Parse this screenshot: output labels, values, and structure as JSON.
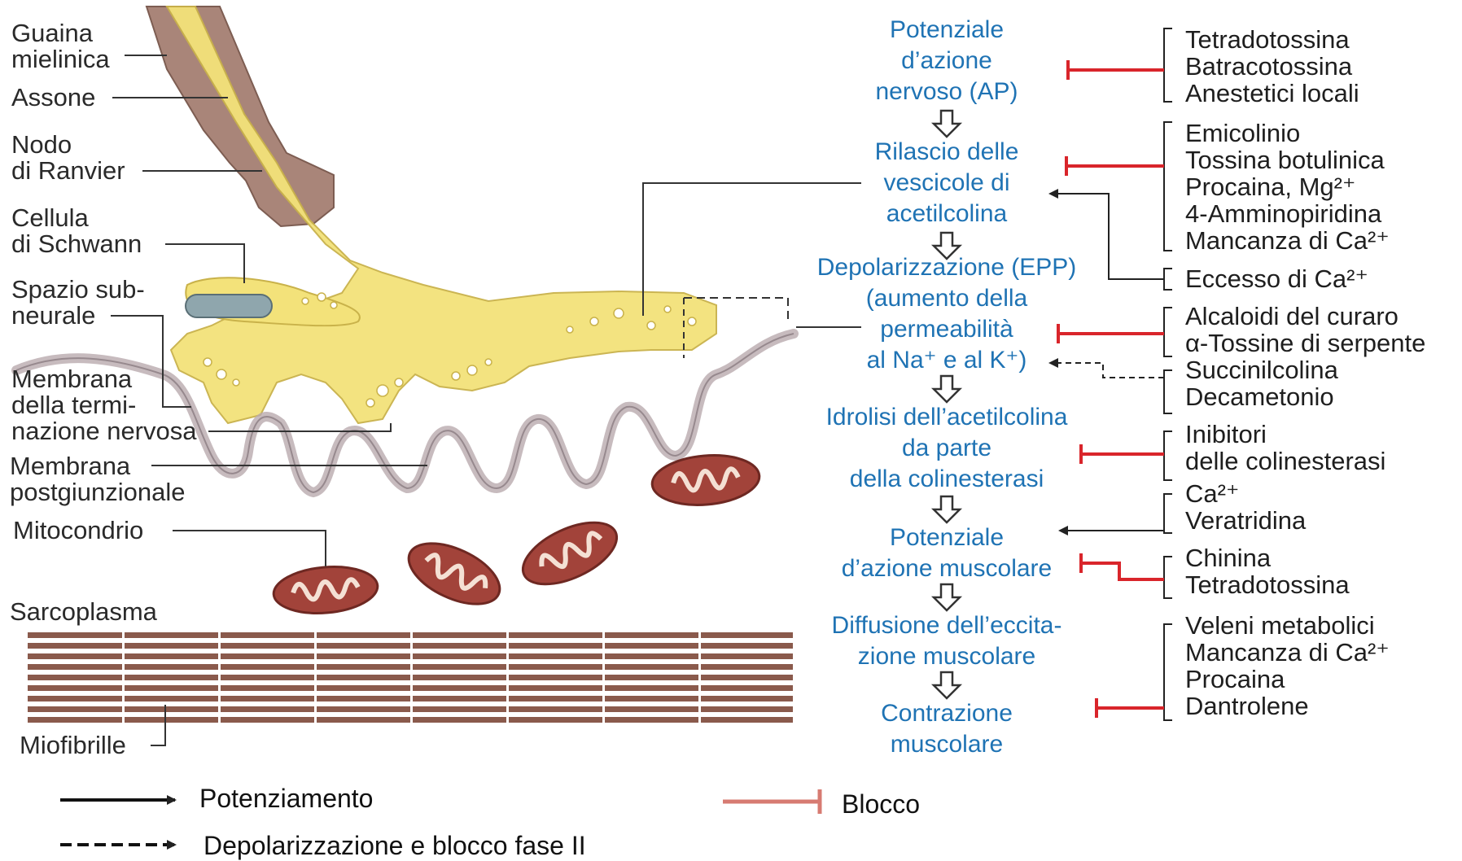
{
  "left_labels": {
    "guaina": "Guaina\nmielinica",
    "assone": "Assone",
    "nodo": "Nodo\ndi Ranvier",
    "schwann": "Cellula\ndi Schwann",
    "spazio": "Spazio sub-\nneurale",
    "membrana_term": "Membrana\ndella termi-\nnazione nervosa",
    "membrana_post": "Membrana\npostgiunzionale",
    "mitocondrio": "Mitocondrio",
    "sarcoplasma": "Sarcoplasma",
    "miofibrille": "Miofibrille"
  },
  "steps": [
    "Potenziale\nd’azione\nnervoso (AP)",
    "Rilascio delle\nvescicole di\nacetilcolina",
    "Depolarizzazione (EPP)\n(aumento della\npermeabilità\nal Na⁺ e al K⁺)",
    "Idrolisi dell’acetilcolina\nda parte\ndella colinesterasi",
    "Potenziale\nd’azione muscolare",
    "Diffusione dell’eccita-\nzione muscolare",
    "Contrazione\nmuscolare"
  ],
  "agents": {
    "g1": "Tetradotossina\nBatracotossina\nAnestetici locali",
    "g2": "Emicolinio\nTossina botulinica\nProcaina, Mg²⁺\n4-Amminopiridina\nMancanza di Ca²⁺",
    "g3": "Eccesso di Ca²⁺",
    "g4": "Alcaloidi del curaro\nα-Tossine di serpente",
    "g5": "Succinilcolina\nDecametonio",
    "g6": "Inibitori\ndelle colinesterasi",
    "g7": "Ca²⁺\nVeratridina",
    "g8": "Chinina\nTetradotossina",
    "g9": "Veleni metabolici\nMancanza di Ca²⁺\nProcaina\nDantrolene"
  },
  "legend": {
    "potenziamento": "Potenziamento",
    "blocco": "Blocco",
    "depolarizzazione": "Depolarizzazione e blocco fase II"
  },
  "colors": {
    "step_text": "#1f73b4",
    "block": "#d9252b",
    "legend_block": "#d77b72",
    "axon": "#f3e27a",
    "myelin": "#a98579",
    "mitochondria": "#a2433a",
    "myofibril": "#8a5a4c"
  }
}
